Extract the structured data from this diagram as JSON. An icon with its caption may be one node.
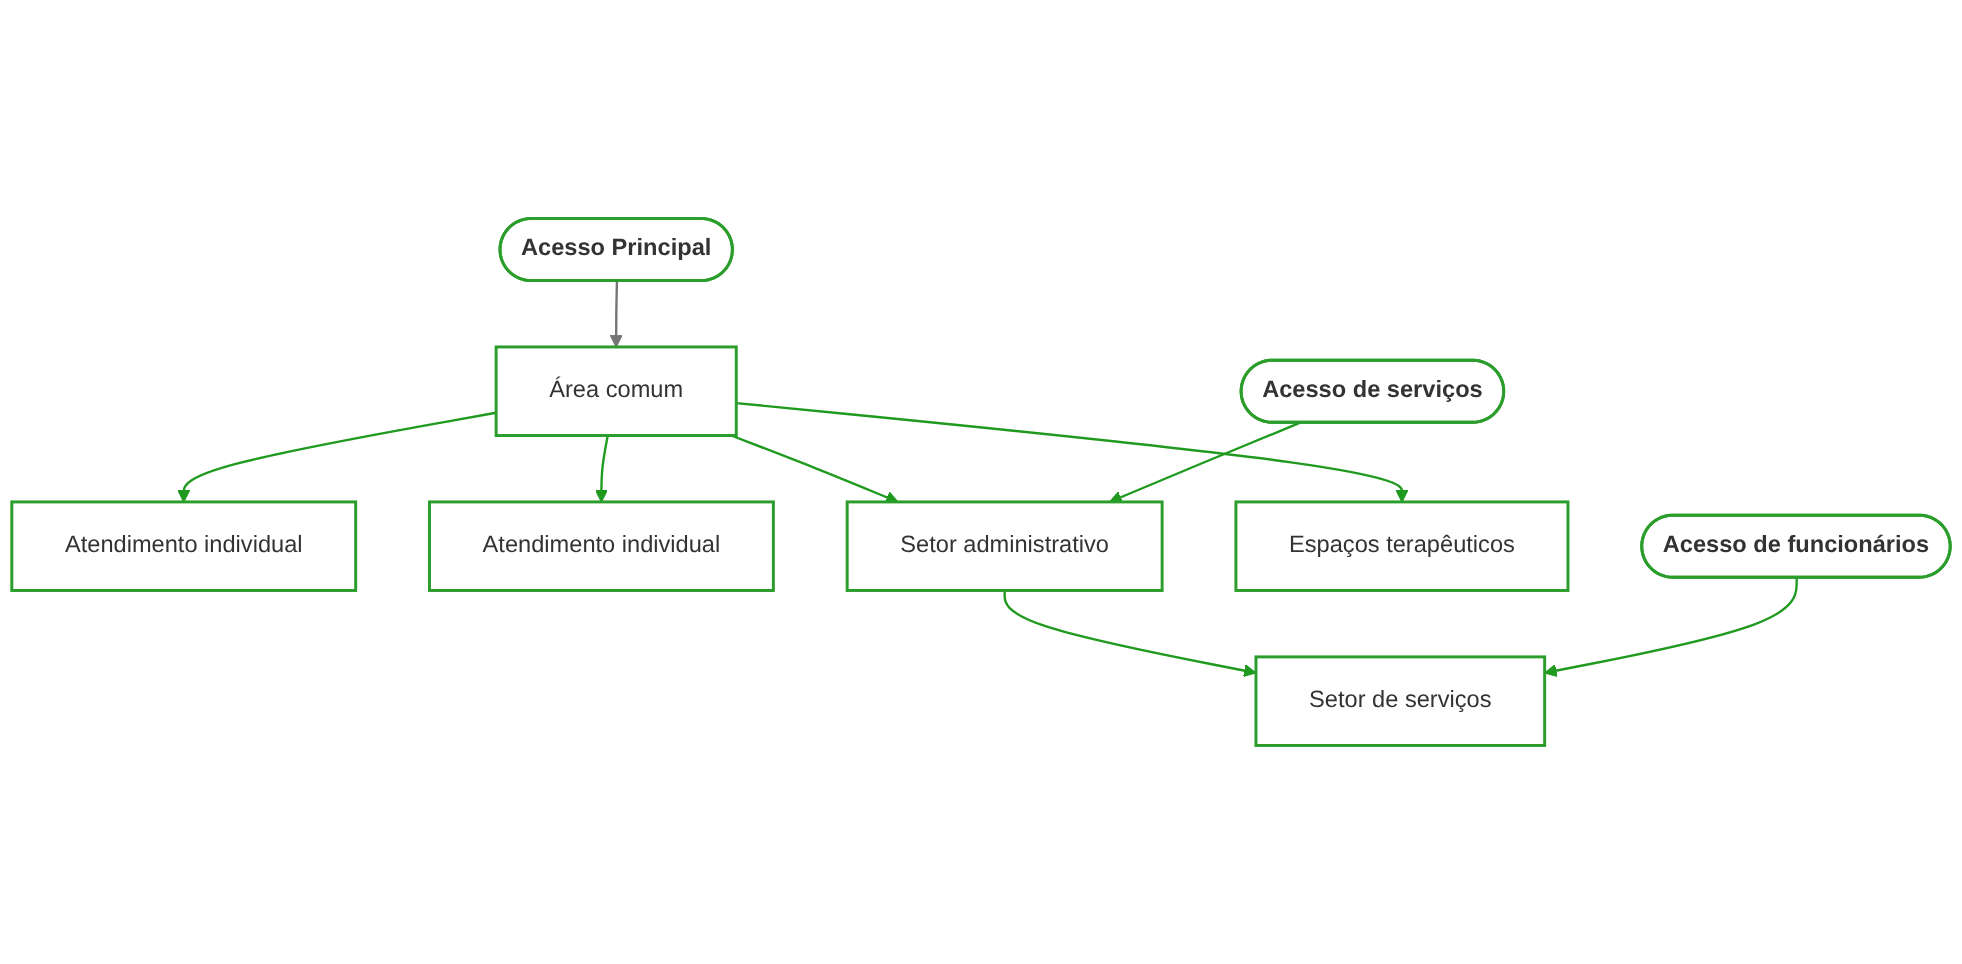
{
  "diagram": {
    "nodes": [
      {
        "text": [
          "Acesso Principal"
        ]
      },
      {
        "text": [
          "Atendimento individual"
        ]
      },
      {
        "text": [
          "Área comum"
        ]
      },
      {
        "text": [
          "Atendimento individual"
        ]
      },
      {
        "text": [
          "Setor administrativo"
        ]
      },
      {
        "text": [
          "Acesso de serviços"
        ]
      },
      {
        "text": [
          "Espaços terapêuticos"
        ]
      },
      {
        "text": [
          "Setor de serviços"
        ]
      },
      {
        "text": [
          "Acesso de funcionários"
        ]
      }
    ],
    "edges": [
      {
        "from": 0,
        "to": 2,
        "arrow": "to",
        "color": "#757575"
      },
      {
        "from": 2,
        "to": 1,
        "arrow": "to"
      },
      {
        "from": 2,
        "to": 3,
        "arrow": "to"
      },
      {
        "from": 2,
        "to": 4,
        "arrow": "to"
      },
      {
        "from": 2,
        "to": 6,
        "arrow": "to"
      },
      {
        "from": 5,
        "to": 4,
        "arrow": "to"
      },
      {
        "from": 4,
        "to": 7,
        "arrow": "to"
      },
      {
        "from": 8,
        "to": 7,
        "arrow": "to"
      }
    ]
  }
}
